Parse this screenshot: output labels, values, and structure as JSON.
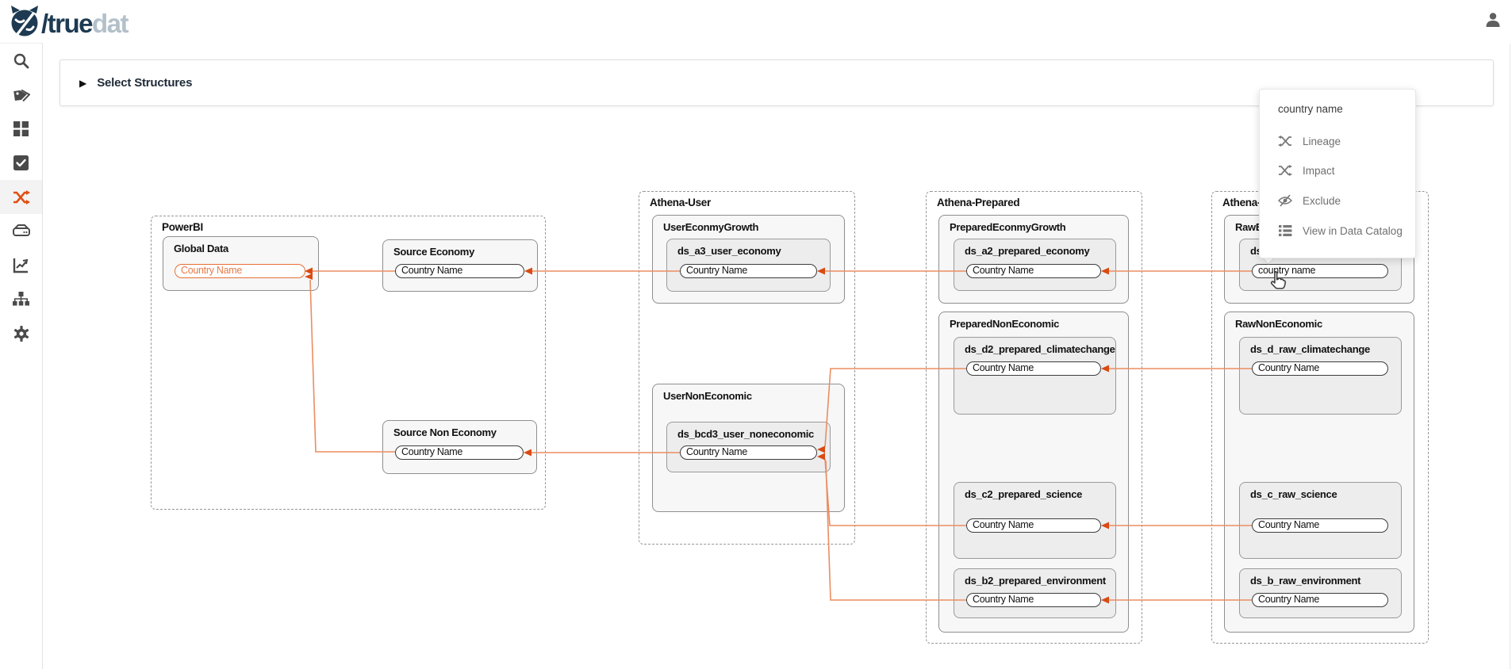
{
  "header": {
    "logo": {
      "slash": "/",
      "primary": "true",
      "secondary": "dat"
    }
  },
  "sidebar": {
    "items": [
      {
        "icon": "search-icon",
        "active": false
      },
      {
        "icon": "tags-icon",
        "active": false
      },
      {
        "icon": "modules-grid-icon",
        "active": false
      },
      {
        "icon": "quality-check-icon",
        "active": false
      },
      {
        "icon": "lineage-shuffle-icon",
        "active": true
      },
      {
        "icon": "data-sources-icon",
        "active": false
      },
      {
        "icon": "dashboards-chart-icon",
        "active": false
      },
      {
        "icon": "taxonomy-sitemap-icon",
        "active": false
      },
      {
        "icon": "settings-gear-icon",
        "active": false
      }
    ],
    "active_color": "#e04e11",
    "icon_color": "#4a4a4a"
  },
  "toolbar": {
    "select_structures_label": "Select Structures"
  },
  "context_menu": {
    "title": "country name",
    "items": [
      {
        "label": "Lineage",
        "icon": "lineage-icon"
      },
      {
        "label": "Impact",
        "icon": "impact-icon"
      },
      {
        "label": "Exclude",
        "icon": "exclude-eye-icon"
      },
      {
        "label": "View in Data Catalog",
        "icon": "catalog-list-icon"
      }
    ]
  },
  "diagram": {
    "groups": [
      {
        "label": "PowerBI",
        "boxes": [
          {
            "title": "Global Data",
            "fields": [
              {
                "label": "Country Name",
                "highlighted": true
              }
            ]
          },
          {
            "title": "Source Economy",
            "fields": [
              {
                "label": "Country Name"
              }
            ]
          },
          {
            "title": "Source Non Economy",
            "fields": [
              {
                "label": "Country Name"
              }
            ]
          }
        ]
      },
      {
        "label": "Athena-User",
        "boxes": [
          {
            "title": "UserEconmyGrowth",
            "datasets": [
              {
                "title": "ds_a3_user_economy",
                "fields": [
                  {
                    "label": "Country Name"
                  }
                ]
              }
            ]
          },
          {
            "title": "UserNonEconomic",
            "datasets": [
              {
                "title": "ds_bcd3_user_noneconomic",
                "fields": [
                  {
                    "label": "Country Name"
                  }
                ]
              }
            ]
          }
        ]
      },
      {
        "label": "Athena-Prepared",
        "boxes": [
          {
            "title": "PreparedEconmyGrowth",
            "datasets": [
              {
                "title": "ds_a2_prepared_economy",
                "fields": [
                  {
                    "label": "Country Name"
                  }
                ]
              }
            ]
          },
          {
            "title": "PreparedNonEconomic",
            "datasets": [
              {
                "title": "ds_d2_prepared_climatechange",
                "fields": [
                  {
                    "label": "Country Name"
                  }
                ]
              },
              {
                "title": "ds_c2_prepared_science",
                "fields": [
                  {
                    "label": "Country Name"
                  }
                ]
              },
              {
                "title": "ds_b2_prepared_environment",
                "fields": [
                  {
                    "label": "Country Name"
                  }
                ]
              }
            ]
          }
        ]
      },
      {
        "label": "Athena-Ra",
        "boxes": [
          {
            "title": "RawEc",
            "datasets": [
              {
                "title": "ds_",
                "fields": [
                  {
                    "label": "country name"
                  }
                ]
              }
            ]
          },
          {
            "title": "RawNonEconomic",
            "datasets": [
              {
                "title": "ds_d_raw_climatechange",
                "fields": [
                  {
                    "label": "Country Name"
                  }
                ]
              },
              {
                "title": "ds_c_raw_science",
                "fields": [
                  {
                    "label": "Country Name"
                  }
                ]
              },
              {
                "title": "ds_b_raw_environment",
                "fields": [
                  {
                    "label": "Country Name"
                  }
                ]
              }
            ]
          }
        ]
      }
    ],
    "edges": [
      {
        "from": "Source Economy.Country Name",
        "to": "Global Data.Country Name"
      },
      {
        "from": "Source Non Economy.Country Name",
        "to": "Global Data.Country Name"
      },
      {
        "from": "ds_a3_user_economy.Country Name",
        "to": "Source Economy.Country Name"
      },
      {
        "from": "ds_bcd3_user_noneconomic.Country Name",
        "to": "Source Non Economy.Country Name"
      },
      {
        "from": "ds_a2_prepared_economy.Country Name",
        "to": "ds_a3_user_economy.Country Name"
      },
      {
        "from": "ds_d2_prepared_climatechange.Country Name",
        "to": "ds_bcd3_user_noneconomic.Country Name"
      },
      {
        "from": "ds_c2_prepared_science.Country Name",
        "to": "ds_bcd3_user_noneconomic.Country Name"
      },
      {
        "from": "ds_b2_prepared_environment.Country Name",
        "to": "ds_bcd3_user_noneconomic.Country Name"
      },
      {
        "from": "ds_.country name",
        "to": "ds_a2_prepared_economy.Country Name"
      },
      {
        "from": "ds_d_raw_climatechange.Country Name",
        "to": "ds_d2_prepared_climatechange.Country Name"
      },
      {
        "from": "ds_c_raw_science.Country Name",
        "to": "ds_c2_prepared_science.Country Name"
      },
      {
        "from": "ds_b_raw_environment.Country Name",
        "to": "ds_b2_prepared_environment.Country Name"
      }
    ],
    "colors": {
      "line": "#eb8d61",
      "arrow": "#db4a12",
      "highlight": "#e56f35",
      "navy": "#1d3a52"
    }
  }
}
